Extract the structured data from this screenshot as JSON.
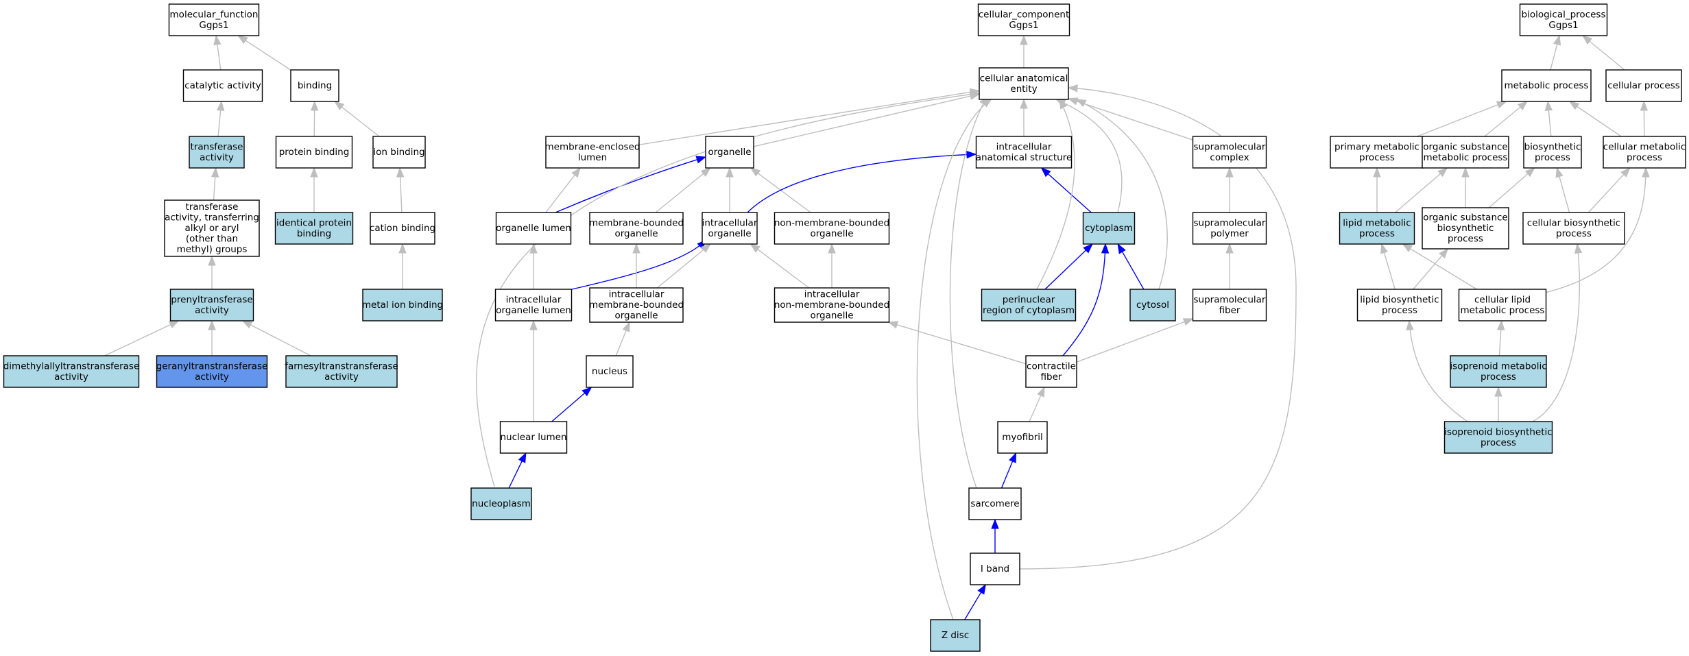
{
  "colors": {
    "plain": "#ffffff",
    "annotated": "#add8e6",
    "query": "#6495ed",
    "edge_gray": "#bebebe",
    "edge_blue": "#0000ff"
  },
  "nodes": [
    {
      "id": "mf_root",
      "lines": [
        "molecular_function",
        "Ggps1"
      ],
      "style": "plain"
    },
    {
      "id": "catalytic_activity",
      "lines": [
        "catalytic activity"
      ],
      "style": "plain"
    },
    {
      "id": "binding",
      "lines": [
        "binding"
      ],
      "style": "plain"
    },
    {
      "id": "transferase_activity",
      "lines": [
        "transferase",
        "activity"
      ],
      "style": "annotated"
    },
    {
      "id": "protein_binding",
      "lines": [
        "protein binding"
      ],
      "style": "plain"
    },
    {
      "id": "ion_binding",
      "lines": [
        "ion binding"
      ],
      "style": "plain"
    },
    {
      "id": "transferase_alkyl",
      "lines": [
        "transferase",
        "activity, transferring",
        "alkyl or aryl",
        "(other than",
        "methyl) groups"
      ],
      "style": "plain"
    },
    {
      "id": "identical_protein_binding",
      "lines": [
        "identical protein",
        "binding"
      ],
      "style": "annotated"
    },
    {
      "id": "cation_binding",
      "lines": [
        "cation binding"
      ],
      "style": "plain"
    },
    {
      "id": "metal_ion_binding",
      "lines": [
        "metal ion binding"
      ],
      "style": "annotated"
    },
    {
      "id": "prenyltransferase",
      "lines": [
        "prenyltransferase",
        "activity"
      ],
      "style": "annotated"
    },
    {
      "id": "dimethylallyl",
      "lines": [
        "dimethylallyltranstransferase",
        "activity"
      ],
      "style": "annotated"
    },
    {
      "id": "geranyl",
      "lines": [
        "geranyltranstransferase",
        "activity"
      ],
      "style": "query"
    },
    {
      "id": "farnesyl",
      "lines": [
        "farnesyltranstransferase",
        "activity"
      ],
      "style": "annotated"
    },
    {
      "id": "cc_root",
      "lines": [
        "cellular_component",
        "Ggps1"
      ],
      "style": "plain"
    },
    {
      "id": "cae",
      "lines": [
        "cellular anatomical",
        "entity"
      ],
      "style": "plain"
    },
    {
      "id": "membrane_enclosed_lumen",
      "lines": [
        "membrane-enclosed",
        "lumen"
      ],
      "style": "plain"
    },
    {
      "id": "organelle",
      "lines": [
        "organelle"
      ],
      "style": "plain"
    },
    {
      "id": "intracellular_anatomical",
      "lines": [
        "intracellular",
        "anatomical structure"
      ],
      "style": "plain"
    },
    {
      "id": "supramolecular_complex",
      "lines": [
        "supramolecular",
        "complex"
      ],
      "style": "plain"
    },
    {
      "id": "organelle_lumen",
      "lines": [
        "organelle lumen"
      ],
      "style": "plain"
    },
    {
      "id": "membrane_bounded_organelle",
      "lines": [
        "membrane-bounded",
        "organelle"
      ],
      "style": "plain"
    },
    {
      "id": "intracellular_organelle",
      "lines": [
        "intracellular",
        "organelle"
      ],
      "style": "plain"
    },
    {
      "id": "non_membrane_bounded_organelle",
      "lines": [
        "non-membrane-bounded",
        "organelle"
      ],
      "style": "plain"
    },
    {
      "id": "cytoplasm",
      "lines": [
        "cytoplasm"
      ],
      "style": "annotated"
    },
    {
      "id": "supramolecular_polymer",
      "lines": [
        "supramolecular",
        "polymer"
      ],
      "style": "plain"
    },
    {
      "id": "intracellular_organelle_lumen",
      "lines": [
        "intracellular",
        "organelle lumen"
      ],
      "style": "plain"
    },
    {
      "id": "intracellular_mbo",
      "lines": [
        "intracellular",
        "membrane-bounded",
        "organelle"
      ],
      "style": "plain"
    },
    {
      "id": "intracellular_nmbo",
      "lines": [
        "intracellular",
        "non-membrane-bounded",
        "organelle"
      ],
      "style": "plain"
    },
    {
      "id": "perinuclear",
      "lines": [
        "perinuclear",
        "region of cytoplasm"
      ],
      "style": "annotated"
    },
    {
      "id": "cytosol",
      "lines": [
        "cytosol"
      ],
      "style": "annotated"
    },
    {
      "id": "supramolecular_fiber",
      "lines": [
        "supramolecular",
        "fiber"
      ],
      "style": "plain"
    },
    {
      "id": "nucleus",
      "lines": [
        "nucleus"
      ],
      "style": "plain"
    },
    {
      "id": "contractile_fiber",
      "lines": [
        "contractile",
        "fiber"
      ],
      "style": "plain"
    },
    {
      "id": "nuclear_lumen",
      "lines": [
        "nuclear lumen"
      ],
      "style": "plain"
    },
    {
      "id": "myofibril",
      "lines": [
        "myofibril"
      ],
      "style": "plain"
    },
    {
      "id": "nucleoplasm",
      "lines": [
        "nucleoplasm"
      ],
      "style": "annotated"
    },
    {
      "id": "sarcomere",
      "lines": [
        "sarcomere"
      ],
      "style": "plain"
    },
    {
      "id": "i_band",
      "lines": [
        "I band"
      ],
      "style": "plain"
    },
    {
      "id": "z_disc",
      "lines": [
        "Z disc"
      ],
      "style": "annotated"
    },
    {
      "id": "bp_root",
      "lines": [
        "biological_process",
        "Ggps1"
      ],
      "style": "plain"
    },
    {
      "id": "metabolic_process",
      "lines": [
        "metabolic process"
      ],
      "style": "plain"
    },
    {
      "id": "cellular_process",
      "lines": [
        "cellular process"
      ],
      "style": "plain"
    },
    {
      "id": "primary_metabolic",
      "lines": [
        "primary metabolic",
        "process"
      ],
      "style": "plain"
    },
    {
      "id": "organic_substance_metabolic",
      "lines": [
        "organic substance",
        "metabolic process"
      ],
      "style": "plain"
    },
    {
      "id": "biosynthetic_process",
      "lines": [
        "biosynthetic",
        "process"
      ],
      "style": "plain"
    },
    {
      "id": "cellular_metabolic",
      "lines": [
        "cellular metabolic",
        "process"
      ],
      "style": "plain"
    },
    {
      "id": "lipid_metabolic",
      "lines": [
        "lipid metabolic",
        "process"
      ],
      "style": "annotated"
    },
    {
      "id": "organic_substance_biosynthetic",
      "lines": [
        "organic substance",
        "biosynthetic",
        "process"
      ],
      "style": "plain"
    },
    {
      "id": "cellular_biosynthetic",
      "lines": [
        "cellular biosynthetic",
        "process"
      ],
      "style": "plain"
    },
    {
      "id": "lipid_biosynthetic",
      "lines": [
        "lipid biosynthetic",
        "process"
      ],
      "style": "plain"
    },
    {
      "id": "cellular_lipid_metabolic",
      "lines": [
        "cellular lipid",
        "metabolic process"
      ],
      "style": "plain"
    },
    {
      "id": "isoprenoid_metabolic",
      "lines": [
        "isoprenoid metabolic",
        "process"
      ],
      "style": "annotated"
    },
    {
      "id": "isoprenoid_biosynthetic",
      "lines": [
        "isoprenoid biosynthetic",
        "process"
      ],
      "style": "annotated"
    }
  ],
  "edges": [
    {
      "from": "catalytic_activity",
      "to": "mf_root",
      "color": "gray"
    },
    {
      "from": "binding",
      "to": "mf_root",
      "color": "gray"
    },
    {
      "from": "transferase_activity",
      "to": "catalytic_activity",
      "color": "gray"
    },
    {
      "from": "protein_binding",
      "to": "binding",
      "color": "gray"
    },
    {
      "from": "ion_binding",
      "to": "binding",
      "color": "gray"
    },
    {
      "from": "transferase_alkyl",
      "to": "transferase_activity",
      "color": "gray"
    },
    {
      "from": "identical_protein_binding",
      "to": "protein_binding",
      "color": "gray"
    },
    {
      "from": "cation_binding",
      "to": "ion_binding",
      "color": "gray"
    },
    {
      "from": "metal_ion_binding",
      "to": "cation_binding",
      "color": "gray"
    },
    {
      "from": "prenyltransferase",
      "to": "transferase_alkyl",
      "color": "gray"
    },
    {
      "from": "dimethylallyl",
      "to": "prenyltransferase",
      "color": "gray"
    },
    {
      "from": "geranyl",
      "to": "prenyltransferase",
      "color": "gray"
    },
    {
      "from": "farnesyl",
      "to": "prenyltransferase",
      "color": "gray"
    },
    {
      "from": "cae",
      "to": "cc_root",
      "color": "gray"
    },
    {
      "from": "membrane_enclosed_lumen",
      "to": "cae",
      "color": "gray"
    },
    {
      "from": "organelle",
      "to": "cae",
      "color": "gray"
    },
    {
      "from": "intracellular_anatomical",
      "to": "cae",
      "color": "gray"
    },
    {
      "from": "supramolecular_complex",
      "to": "cae",
      "color": "gray"
    },
    {
      "from": "organelle_lumen",
      "to": "membrane_enclosed_lumen",
      "color": "gray"
    },
    {
      "from": "organelle_lumen",
      "to": "organelle",
      "color": "blue"
    },
    {
      "from": "membrane_bounded_organelle",
      "to": "organelle",
      "color": "gray"
    },
    {
      "from": "intracellular_organelle",
      "to": "organelle",
      "color": "gray"
    },
    {
      "from": "non_membrane_bounded_organelle",
      "to": "organelle",
      "color": "gray"
    },
    {
      "from": "intracellular_organelle",
      "to": "intracellular_anatomical",
      "color": "blue"
    },
    {
      "from": "cytoplasm",
      "to": "intracellular_anatomical",
      "color": "blue"
    },
    {
      "from": "cytoplasm",
      "to": "cae",
      "color": "gray"
    },
    {
      "from": "supramolecular_polymer",
      "to": "supramolecular_complex",
      "color": "gray"
    },
    {
      "from": "intracellular_organelle_lumen",
      "to": "organelle_lumen",
      "color": "gray"
    },
    {
      "from": "intracellular_organelle_lumen",
      "to": "intracellular_organelle",
      "color": "blue"
    },
    {
      "from": "intracellular_mbo",
      "to": "membrane_bounded_organelle",
      "color": "gray"
    },
    {
      "from": "intracellular_mbo",
      "to": "intracellular_organelle",
      "color": "gray"
    },
    {
      "from": "intracellular_nmbo",
      "to": "non_membrane_bounded_organelle",
      "color": "gray"
    },
    {
      "from": "intracellular_nmbo",
      "to": "intracellular_organelle",
      "color": "gray"
    },
    {
      "from": "perinuclear",
      "to": "cytoplasm",
      "color": "blue"
    },
    {
      "from": "perinuclear",
      "to": "cae",
      "color": "gray"
    },
    {
      "from": "cytosol",
      "to": "cytoplasm",
      "color": "blue"
    },
    {
      "from": "cytosol",
      "to": "cae",
      "color": "gray"
    },
    {
      "from": "supramolecular_fiber",
      "to": "supramolecular_polymer",
      "color": "gray"
    },
    {
      "from": "nucleus",
      "to": "intracellular_mbo",
      "color": "gray"
    },
    {
      "from": "contractile_fiber",
      "to": "cytoplasm",
      "color": "blue"
    },
    {
      "from": "contractile_fiber",
      "to": "intracellular_nmbo",
      "color": "gray"
    },
    {
      "from": "contractile_fiber",
      "to": "supramolecular_fiber",
      "color": "gray"
    },
    {
      "from": "nuclear_lumen",
      "to": "intracellular_organelle_lumen",
      "color": "gray"
    },
    {
      "from": "nuclear_lumen",
      "to": "nucleus",
      "color": "blue"
    },
    {
      "from": "myofibril",
      "to": "contractile_fiber",
      "color": "gray"
    },
    {
      "from": "nucleoplasm",
      "to": "nuclear_lumen",
      "color": "blue"
    },
    {
      "from": "nucleoplasm",
      "to": "cae",
      "color": "gray"
    },
    {
      "from": "sarcomere",
      "to": "myofibril",
      "color": "blue"
    },
    {
      "from": "sarcomere",
      "to": "cae",
      "color": "gray"
    },
    {
      "from": "i_band",
      "to": "sarcomere",
      "color": "blue"
    },
    {
      "from": "i_band",
      "to": "cae",
      "color": "gray"
    },
    {
      "from": "z_disc",
      "to": "i_band",
      "color": "blue"
    },
    {
      "from": "z_disc",
      "to": "cae",
      "color": "gray"
    },
    {
      "from": "metabolic_process",
      "to": "bp_root",
      "color": "gray"
    },
    {
      "from": "cellular_process",
      "to": "bp_root",
      "color": "gray"
    },
    {
      "from": "primary_metabolic",
      "to": "metabolic_process",
      "color": "gray"
    },
    {
      "from": "organic_substance_metabolic",
      "to": "metabolic_process",
      "color": "gray"
    },
    {
      "from": "biosynthetic_process",
      "to": "metabolic_process",
      "color": "gray"
    },
    {
      "from": "cellular_metabolic",
      "to": "metabolic_process",
      "color": "gray"
    },
    {
      "from": "cellular_metabolic",
      "to": "cellular_process",
      "color": "gray"
    },
    {
      "from": "lipid_metabolic",
      "to": "primary_metabolic",
      "color": "gray"
    },
    {
      "from": "lipid_metabolic",
      "to": "organic_substance_metabolic",
      "color": "gray"
    },
    {
      "from": "organic_substance_biosynthetic",
      "to": "organic_substance_metabolic",
      "color": "gray"
    },
    {
      "from": "organic_substance_biosynthetic",
      "to": "biosynthetic_process",
      "color": "gray"
    },
    {
      "from": "cellular_biosynthetic",
      "to": "biosynthetic_process",
      "color": "gray"
    },
    {
      "from": "cellular_biosynthetic",
      "to": "cellular_metabolic",
      "color": "gray"
    },
    {
      "from": "lipid_biosynthetic",
      "to": "lipid_metabolic",
      "color": "gray"
    },
    {
      "from": "lipid_biosynthetic",
      "to": "organic_substance_biosynthetic",
      "color": "gray"
    },
    {
      "from": "cellular_lipid_metabolic",
      "to": "lipid_metabolic",
      "color": "gray"
    },
    {
      "from": "cellular_lipid_metabolic",
      "to": "cellular_metabolic",
      "color": "gray"
    },
    {
      "from": "isoprenoid_metabolic",
      "to": "cellular_lipid_metabolic",
      "color": "gray"
    },
    {
      "from": "isoprenoid_biosynthetic",
      "to": "isoprenoid_metabolic",
      "color": "gray"
    },
    {
      "from": "isoprenoid_biosynthetic",
      "to": "lipid_biosynthetic",
      "color": "gray"
    },
    {
      "from": "isoprenoid_biosynthetic",
      "to": "cellular_biosynthetic",
      "color": "gray"
    }
  ]
}
